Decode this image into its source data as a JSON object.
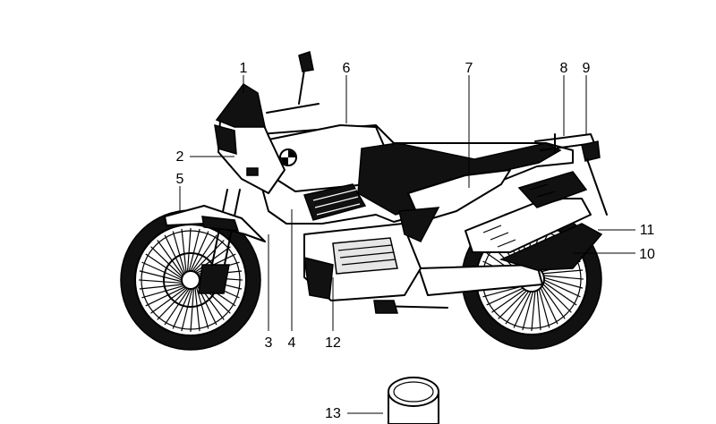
{
  "callouts": [
    {
      "id": "1",
      "label": "1"
    },
    {
      "id": "2",
      "label": "2"
    },
    {
      "id": "3",
      "label": "3"
    },
    {
      "id": "4",
      "label": "4"
    },
    {
      "id": "5",
      "label": "5"
    },
    {
      "id": "6",
      "label": "6"
    },
    {
      "id": "7",
      "label": "7"
    },
    {
      "id": "8",
      "label": "8"
    },
    {
      "id": "9",
      "label": "9"
    },
    {
      "id": "10",
      "label": "10"
    },
    {
      "id": "11",
      "label": "11"
    },
    {
      "id": "12",
      "label": "12"
    },
    {
      "id": "13",
      "label": "13"
    }
  ],
  "icons": {
    "motorcycle": "motorcycle-illustration",
    "logo": "roundel-logo",
    "part": "container-can"
  },
  "colors": {
    "ink": "#000000",
    "background": "#ffffff"
  }
}
